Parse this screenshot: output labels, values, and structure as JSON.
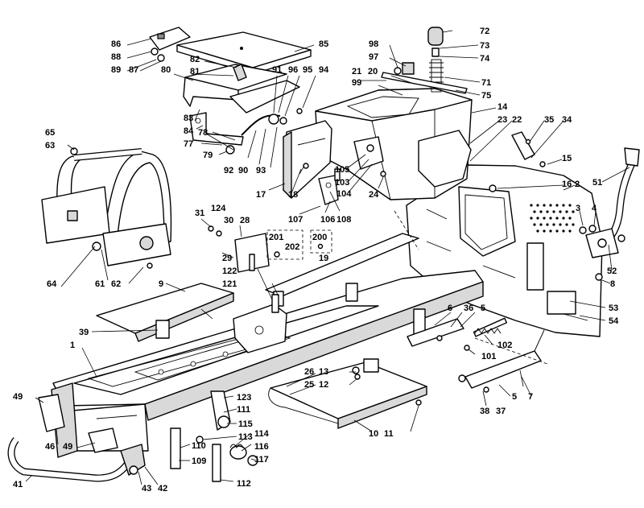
{
  "diagram": {
    "callouts": [
      {
        "id": "c-1",
        "label": "1"
      },
      {
        "id": "c-2",
        "label": "2"
      },
      {
        "id": "c-3",
        "label": "3"
      },
      {
        "id": "c-4",
        "label": "4"
      },
      {
        "id": "c-5a",
        "label": "5"
      },
      {
        "id": "c-5b",
        "label": "5"
      },
      {
        "id": "c-6",
        "label": "6"
      },
      {
        "id": "c-7",
        "label": "7"
      },
      {
        "id": "c-8",
        "label": "8"
      },
      {
        "id": "c-9",
        "label": "9"
      },
      {
        "id": "c-10",
        "label": "10"
      },
      {
        "id": "c-11",
        "label": "11"
      },
      {
        "id": "c-12",
        "label": "12"
      },
      {
        "id": "c-13",
        "label": "13"
      },
      {
        "id": "c-14",
        "label": "14"
      },
      {
        "id": "c-15",
        "label": "15"
      },
      {
        "id": "c-16",
        "label": "16"
      },
      {
        "id": "c-17",
        "label": "17"
      },
      {
        "id": "c-18",
        "label": "18"
      },
      {
        "id": "c-19",
        "label": "19"
      },
      {
        "id": "c-20",
        "label": "20"
      },
      {
        "id": "c-21",
        "label": "21"
      },
      {
        "id": "c-22",
        "label": "22"
      },
      {
        "id": "c-23",
        "label": "23"
      },
      {
        "id": "c-24",
        "label": "24"
      },
      {
        "id": "c-25",
        "label": "25"
      },
      {
        "id": "c-26",
        "label": "26"
      },
      {
        "id": "c-28",
        "label": "28"
      },
      {
        "id": "c-29",
        "label": "29"
      },
      {
        "id": "c-30",
        "label": "30"
      },
      {
        "id": "c-31",
        "label": "31"
      },
      {
        "id": "c-34",
        "label": "34"
      },
      {
        "id": "c-35",
        "label": "35"
      },
      {
        "id": "c-36",
        "label": "36"
      },
      {
        "id": "c-37",
        "label": "37"
      },
      {
        "id": "c-38",
        "label": "38"
      },
      {
        "id": "c-39",
        "label": "39"
      },
      {
        "id": "c-41",
        "label": "41"
      },
      {
        "id": "c-42",
        "label": "42"
      },
      {
        "id": "c-43",
        "label": "43"
      },
      {
        "id": "c-46",
        "label": "46"
      },
      {
        "id": "c-49a",
        "label": "49"
      },
      {
        "id": "c-49b",
        "label": "49"
      },
      {
        "id": "c-51",
        "label": "51"
      },
      {
        "id": "c-52",
        "label": "52"
      },
      {
        "id": "c-53",
        "label": "53"
      },
      {
        "id": "c-54",
        "label": "54"
      },
      {
        "id": "c-61",
        "label": "61"
      },
      {
        "id": "c-62",
        "label": "62"
      },
      {
        "id": "c-63",
        "label": "63"
      },
      {
        "id": "c-64",
        "label": "64"
      },
      {
        "id": "c-65",
        "label": "65"
      },
      {
        "id": "c-71",
        "label": "71"
      },
      {
        "id": "c-72",
        "label": "72"
      },
      {
        "id": "c-73",
        "label": "73"
      },
      {
        "id": "c-74",
        "label": "74"
      },
      {
        "id": "c-75",
        "label": "75"
      },
      {
        "id": "c-77",
        "label": "77"
      },
      {
        "id": "c-78",
        "label": "78"
      },
      {
        "id": "c-79",
        "label": "79"
      },
      {
        "id": "c-80",
        "label": "80"
      },
      {
        "id": "c-81",
        "label": "81"
      },
      {
        "id": "c-82",
        "label": "82"
      },
      {
        "id": "c-83",
        "label": "83"
      },
      {
        "id": "c-84",
        "label": "84"
      },
      {
        "id": "c-85",
        "label": "85"
      },
      {
        "id": "c-86",
        "label": "86"
      },
      {
        "id": "c-87",
        "label": "87"
      },
      {
        "id": "c-88",
        "label": "88"
      },
      {
        "id": "c-89",
        "label": "89"
      },
      {
        "id": "c-90",
        "label": "90"
      },
      {
        "id": "c-91",
        "label": "91"
      },
      {
        "id": "c-92",
        "label": "92"
      },
      {
        "id": "c-93",
        "label": "93"
      },
      {
        "id": "c-94",
        "label": "94"
      },
      {
        "id": "c-95",
        "label": "95"
      },
      {
        "id": "c-96",
        "label": "96"
      },
      {
        "id": "c-97",
        "label": "97"
      },
      {
        "id": "c-98",
        "label": "98"
      },
      {
        "id": "c-99",
        "label": "99"
      },
      {
        "id": "c-101",
        "label": "101"
      },
      {
        "id": "c-102",
        "label": "102"
      },
      {
        "id": "c-103",
        "label": "103"
      },
      {
        "id": "c-104",
        "label": "104"
      },
      {
        "id": "c-105",
        "label": "105"
      },
      {
        "id": "c-106",
        "label": "106"
      },
      {
        "id": "c-107",
        "label": "107"
      },
      {
        "id": "c-108",
        "label": "108"
      },
      {
        "id": "c-109",
        "label": "109"
      },
      {
        "id": "c-110",
        "label": "110"
      },
      {
        "id": "c-111",
        "label": "111"
      },
      {
        "id": "c-112",
        "label": "112"
      },
      {
        "id": "c-113",
        "label": "113"
      },
      {
        "id": "c-114",
        "label": "114"
      },
      {
        "id": "c-115",
        "label": "115"
      },
      {
        "id": "c-116",
        "label": "116"
      },
      {
        "id": "c-117",
        "label": "117"
      },
      {
        "id": "c-121",
        "label": "121"
      },
      {
        "id": "c-122",
        "label": "122"
      },
      {
        "id": "c-123",
        "label": "123"
      },
      {
        "id": "c-124",
        "label": "124"
      },
      {
        "id": "c-200",
        "label": "200"
      },
      {
        "id": "c-201",
        "label": "201"
      },
      {
        "id": "c-202",
        "label": "202"
      }
    ]
  }
}
